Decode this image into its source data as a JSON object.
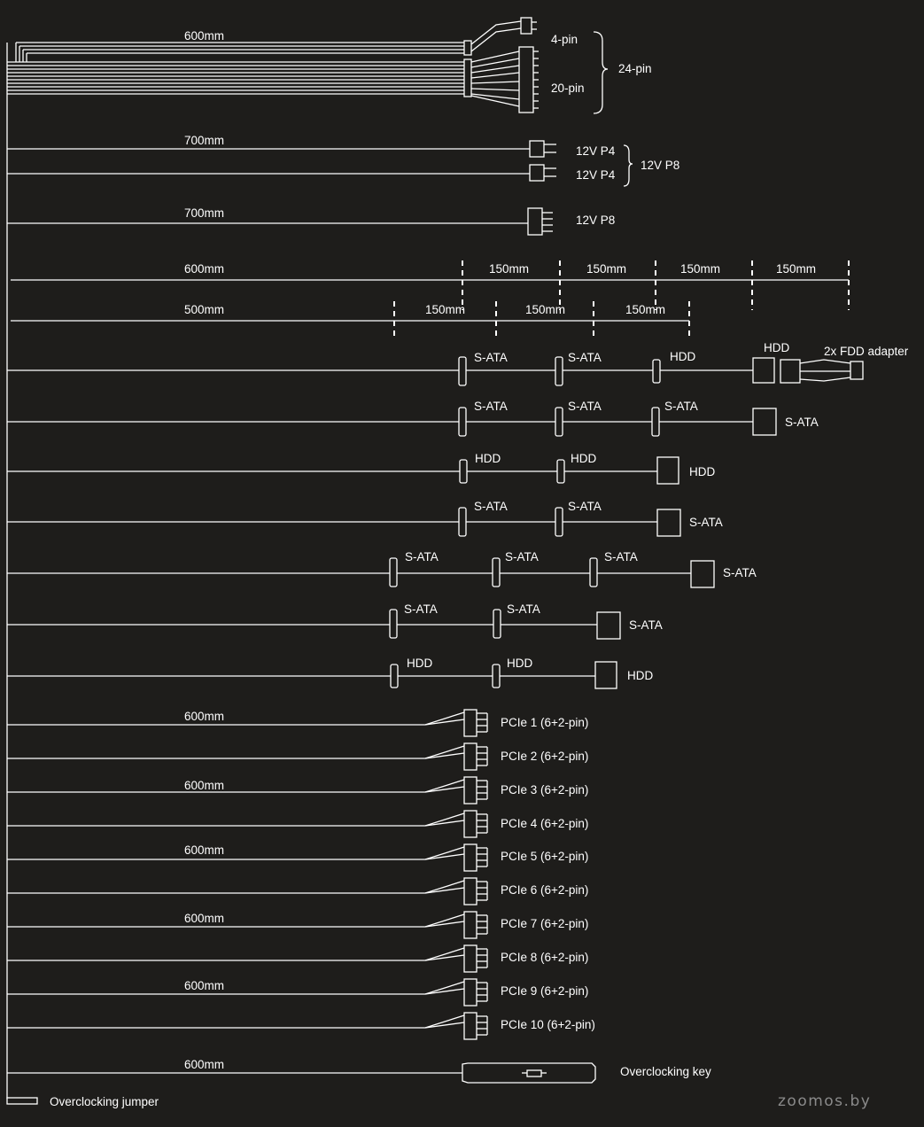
{
  "labels": {
    "main_len": "600mm",
    "pin4": "4-pin",
    "pin20": "20-pin",
    "pin24": "24-pin",
    "p4_len": "700mm",
    "p4a": "12V P4",
    "p4b": "12V P4",
    "p8_group": "12V P8",
    "p8_len": "700mm",
    "p8": "12V P8",
    "ruler1_len": "600mm",
    "ruler1_seg": [
      "150mm",
      "150mm",
      "150mm",
      "150mm"
    ],
    "ruler2_len": "500mm",
    "ruler2_seg": [
      "150mm",
      "150mm",
      "150mm"
    ],
    "row1": [
      "S-ATA",
      "S-ATA",
      "HDD",
      "HDD",
      "2x FDD adapter"
    ],
    "row2": [
      "S-ATA",
      "S-ATA",
      "S-ATA",
      "S-ATA"
    ],
    "row3": [
      "HDD",
      "HDD",
      "HDD"
    ],
    "row4": [
      "S-ATA",
      "S-ATA",
      "S-ATA"
    ],
    "row5": [
      "S-ATA",
      "S-ATA",
      "S-ATA",
      "S-ATA"
    ],
    "row6": [
      "S-ATA",
      "S-ATA",
      "S-ATA"
    ],
    "row7": [
      "HDD",
      "HDD",
      "HDD"
    ],
    "pcie_len": [
      "600mm",
      "600mm",
      "600mm",
      "600mm",
      "600mm"
    ],
    "pcie": [
      "PCIe 1 (6+2-pin)",
      "PCIe 2 (6+2-pin)",
      "PCIe 3 (6+2-pin)",
      "PCIe 4 (6+2-pin)",
      "PCIe 5 (6+2-pin)",
      "PCIe 6 (6+2-pin)",
      "PCIe 7 (6+2-pin)",
      "PCIe 8 (6+2-pin)",
      "PCIe 9 (6+2-pin)",
      "PCIe 10 (6+2-pin)"
    ],
    "oc_len": "600mm",
    "oc_key": "Overclocking key",
    "oc_jumper": "Overclocking jumper",
    "watermark": "zoomos.by"
  },
  "colors": {
    "background": "#1e1d1b",
    "line": "#ffffff",
    "watermark": "#8a8a8a"
  }
}
